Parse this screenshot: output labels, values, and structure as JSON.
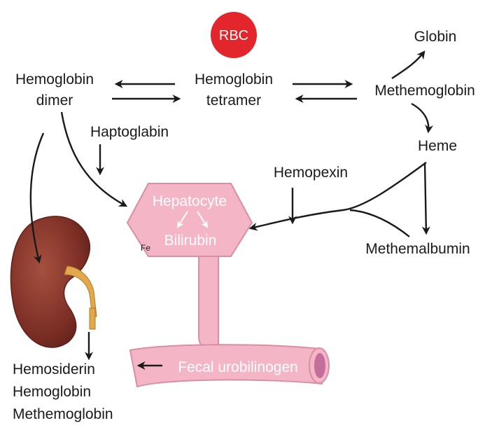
{
  "nodes": {
    "rbc": "RBC",
    "hb_dimer_line1": "Hemoglobin",
    "hb_dimer_line2": "dimer",
    "hb_tetramer_line1": "Hemoglobin",
    "hb_tetramer_line2": "tetramer",
    "globin": "Globin",
    "methemoglobin": "Methemoglobin",
    "heme": "Heme",
    "haptoglabin": "Haptoglabin",
    "hemopexin": "Hemopexin",
    "methemalbumin": "Methemalbumin",
    "hepatocyte": "Hepatocyte",
    "bilirubin": "Bilirubin",
    "fe": "Fe",
    "fecal_urobilinogen": "Fecal urobilinogen",
    "kidney_out_1": "Hemosiderin",
    "kidney_out_2": "Hemoglobin",
    "kidney_out_3": "Methemoglobin"
  },
  "colors": {
    "rbc": "#e3262b",
    "liver": "#f4b6c6",
    "liver_edge": "#d88ea3",
    "kidney": "#8b3a2f",
    "kidney_dark": "#5e2019",
    "ureter": "#e2a94a",
    "text": "#1a1a1a"
  }
}
